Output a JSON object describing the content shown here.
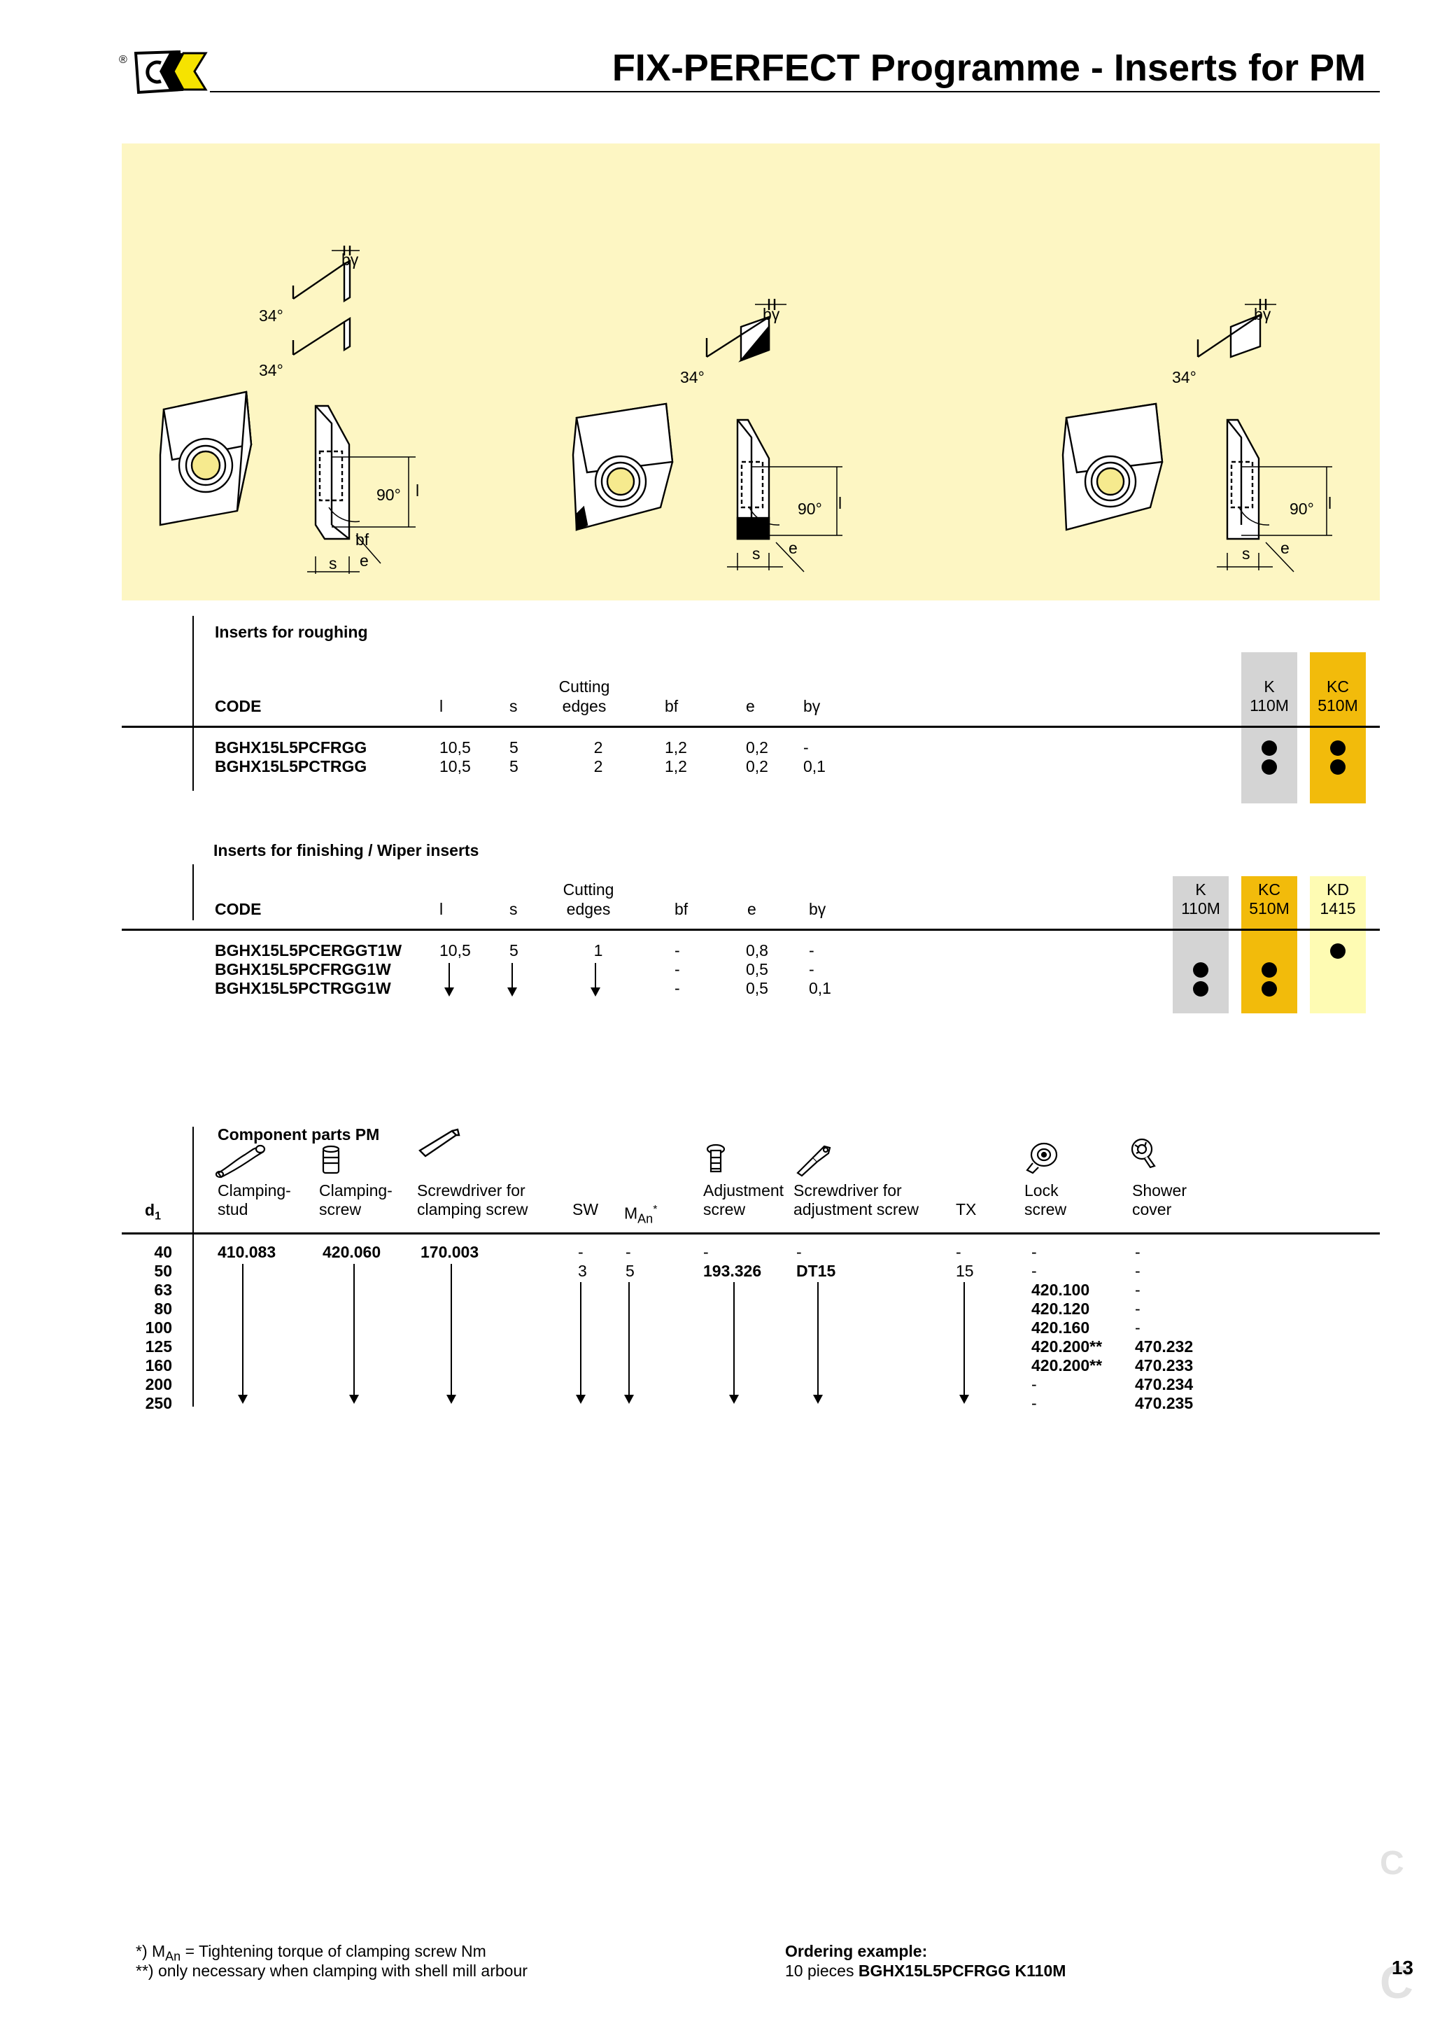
{
  "header": {
    "registered_mark": "®",
    "title": "FIX-PERFECT Programme - Inserts for PM"
  },
  "diagram": {
    "colors": {
      "panel": "#fdf6c3",
      "line": "#000000"
    },
    "insert1": {
      "b_gamma": "bγ",
      "angle_a": "34°",
      "angle_b": "34°",
      "right_angle": "90°",
      "l": "l",
      "bf": "bf",
      "s": "s",
      "e": "e"
    },
    "insert2": {
      "b_gamma": "bγ",
      "angle": "34°",
      "right_angle": "90°",
      "l": "l",
      "s": "s",
      "e": "e"
    },
    "insert3": {
      "b_gamma": "bγ",
      "angle": "34°",
      "right_angle": "90°",
      "l": "l",
      "s": "s",
      "e": "e"
    }
  },
  "roughing": {
    "section_title": "Inserts for roughing",
    "headers": {
      "code": "CODE",
      "l": "l",
      "s": "s",
      "cutting_1": "Cutting",
      "cutting_2": "edges",
      "bf": "bf",
      "e": "e",
      "bg": "bγ"
    },
    "grades": [
      {
        "line1": "K",
        "line2": "110M",
        "color": "#d4d4d4"
      },
      {
        "line1": "KC",
        "line2": "510M",
        "color": "#f2bb0b"
      }
    ],
    "rows": [
      {
        "code": "BGHX15L5PCFRGG",
        "l": "10,5",
        "s": "5",
        "edges": "2",
        "bf": "1,2",
        "e": "0,2",
        "bg": "-",
        "grades": [
          true,
          true
        ]
      },
      {
        "code": "BGHX15L5PCTRGG",
        "l": "10,5",
        "s": "5",
        "edges": "2",
        "bf": "1,2",
        "e": "0,2",
        "bg": "0,1",
        "grades": [
          true,
          true
        ]
      }
    ]
  },
  "finishing": {
    "section_title": "Inserts for finishing / Wiper inserts",
    "headers": {
      "code": "CODE",
      "l": "l",
      "s": "s",
      "cutting_1": "Cutting",
      "cutting_2": "edges",
      "bf": "bf",
      "e": "e",
      "bg": "bγ"
    },
    "grades": [
      {
        "line1": "K",
        "line2": "110M",
        "color": "#d4d4d4"
      },
      {
        "line1": "KC",
        "line2": "510M",
        "color": "#f2bb0b"
      },
      {
        "line1": "KD",
        "line2": "1415",
        "color": "#fefbb3"
      }
    ],
    "rows": [
      {
        "code": "BGHX15L5PCERGGT1W",
        "l": "10,5",
        "s": "5",
        "edges": "1",
        "bf": "-",
        "e": "0,8",
        "bg": "-",
        "grades": [
          false,
          false,
          true
        ]
      },
      {
        "code": "BGHX15L5PCFRGG1W",
        "l": "",
        "s": "",
        "edges": "",
        "bf": "-",
        "e": "0,5",
        "bg": "-",
        "grades": [
          true,
          true,
          false
        ]
      },
      {
        "code": "BGHX15L5PCTRGG1W",
        "l": "",
        "s": "",
        "edges": "",
        "bf": "-",
        "e": "0,5",
        "bg": "0,1",
        "grades": [
          true,
          true,
          false
        ]
      }
    ]
  },
  "components": {
    "section_title": "Component parts PM",
    "headers": {
      "d1": "d",
      "d1_sub": "1",
      "clamping_stud_1": "Clamping-",
      "clamping_stud_2": "stud",
      "clamping_screw_1": "Clamping-",
      "clamping_screw_2": "screw",
      "screwdriver_1": "Screwdriver for",
      "screwdriver_2": "clamping screw",
      "sw": "SW",
      "man": "M",
      "man_sub": "An",
      "man_star": "*",
      "adj_screw_1": "Adjustment",
      "adj_screw_2": "screw",
      "adj_driver_1": "Screwdriver for",
      "adj_driver_2": "adjustment screw",
      "tx": "TX",
      "lock_1": "Lock",
      "lock_2": "screw",
      "shower_1": "Shower",
      "shower_2": "cover"
    },
    "icons": [
      "clamping-stud-icon",
      "clamping-screw-icon",
      "screwdriver-icon",
      "adjustment-screw-icon",
      "adjustment-screwdriver-icon",
      "lock-screw-icon",
      "shower-cover-icon"
    ],
    "rows": [
      {
        "d1": "40",
        "stud": "410.083",
        "screw": "420.060",
        "driver": "170.003",
        "sw": "-",
        "man": "-",
        "adj": "-",
        "adj_driver": "-",
        "tx": "-",
        "lock": "-",
        "shower": "-"
      },
      {
        "d1": "50",
        "stud": "",
        "screw": "",
        "driver": "",
        "sw": "3",
        "man": "5",
        "adj": "193.326",
        "adj_driver": "DT15",
        "tx": "15",
        "lock": "-",
        "shower": "-"
      },
      {
        "d1": "63",
        "stud": "",
        "screw": "",
        "driver": "",
        "sw": "",
        "man": "",
        "adj": "",
        "adj_driver": "",
        "tx": "",
        "lock": "420.100",
        "shower": "-"
      },
      {
        "d1": "80",
        "stud": "",
        "screw": "",
        "driver": "",
        "sw": "",
        "man": "",
        "adj": "",
        "adj_driver": "",
        "tx": "",
        "lock": "420.120",
        "shower": "-"
      },
      {
        "d1": "100",
        "stud": "",
        "screw": "",
        "driver": "",
        "sw": "",
        "man": "",
        "adj": "",
        "adj_driver": "",
        "tx": "",
        "lock": "420.160",
        "shower": "-"
      },
      {
        "d1": "125",
        "stud": "",
        "screw": "",
        "driver": "",
        "sw": "",
        "man": "",
        "adj": "",
        "adj_driver": "",
        "tx": "",
        "lock": "420.200**",
        "shower": "470.232"
      },
      {
        "d1": "160",
        "stud": "",
        "screw": "",
        "driver": "",
        "sw": "",
        "man": "",
        "adj": "",
        "adj_driver": "",
        "tx": "",
        "lock": "420.200**",
        "shower": "470.233"
      },
      {
        "d1": "200",
        "stud": "",
        "screw": "",
        "driver": "",
        "sw": "",
        "man": "",
        "adj": "",
        "adj_driver": "",
        "tx": "",
        "lock": "-",
        "shower": "470.234"
      },
      {
        "d1": "250",
        "stud": "",
        "screw": "",
        "driver": "",
        "sw": "",
        "man": "",
        "adj": "",
        "adj_driver": "",
        "tx": "",
        "lock": "-",
        "shower": "470.235"
      }
    ]
  },
  "footnotes": {
    "note1_prefix": "*)  M",
    "note1_sub": "An",
    "note1_text": " = Tightening torque of clamping screw Nm",
    "note2": "**) only necessary when clamping with shell mill arbour"
  },
  "ordering": {
    "title": "Ordering example:",
    "text_prefix": "10 pieces ",
    "text_code": "BGHX15L5PCFRGG K110M"
  },
  "page": {
    "number": "13",
    "section_letter": "C"
  }
}
